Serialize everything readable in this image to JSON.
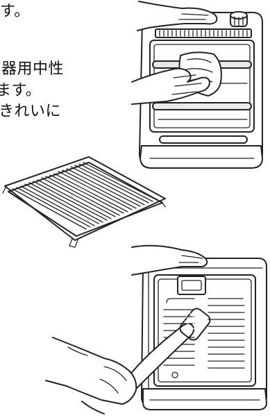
{
  "text_lines": [
    "す。",
    "器用中性",
    "ます。",
    "きれいに"
  ],
  "figures": {
    "top_heater": "heater-wiping-illustration",
    "grill": "guard-grill-illustration",
    "bottom_heater": "heater-brushing-illustration"
  }
}
